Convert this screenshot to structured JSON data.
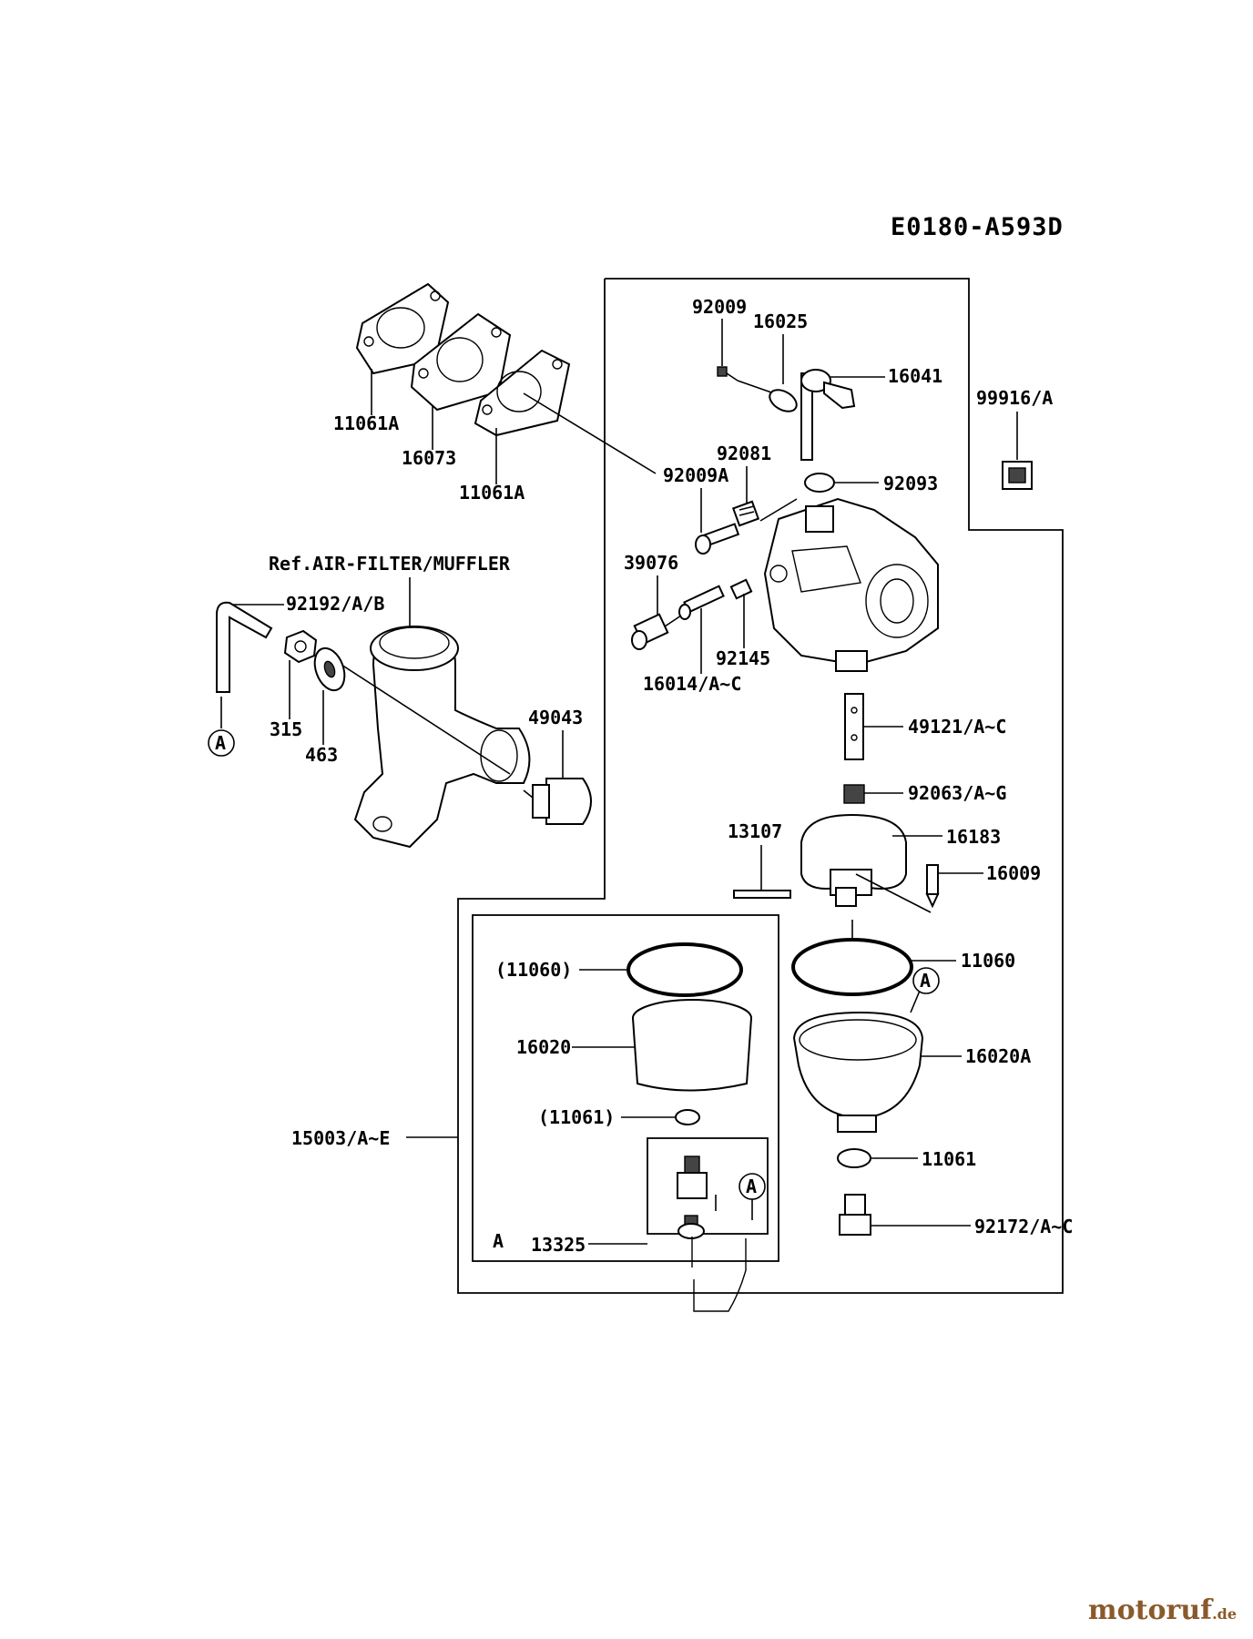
{
  "diagram_code": "E0180-A593D",
  "reference": "Ref.AIR-FILTER/MUFFLER",
  "inset_letter": "A",
  "callout_marker": "A",
  "watermark": {
    "name": "motoruf",
    "suffix": ".de"
  },
  "part_labels": {
    "p92009": "92009",
    "p16025": "16025",
    "p16041": "16041",
    "p99916": "99916/A",
    "p11061A_1": "11061A",
    "p16073": "16073",
    "p11061A_2": "11061A",
    "p92081": "92081",
    "p92009A": "92009A",
    "p92093": "92093",
    "p39076": "39076",
    "p92145": "92145",
    "p16014": "16014/A~C",
    "p92192": "92192/A/B",
    "p315": "315",
    "p463": "463",
    "p49043": "49043",
    "p49121": "49121/A~C",
    "p92063": "92063/A~G",
    "p13107": "13107",
    "p16183": "16183",
    "p16009": "16009",
    "p11060_paren": "(11060)",
    "p11060": "11060",
    "p16020": "16020",
    "p16020A": "16020A",
    "p11061_paren": "(11061)",
    "p11061": "11061",
    "p15003": "15003/A~E",
    "p13325": "13325",
    "p92172": "92172/A~C"
  }
}
